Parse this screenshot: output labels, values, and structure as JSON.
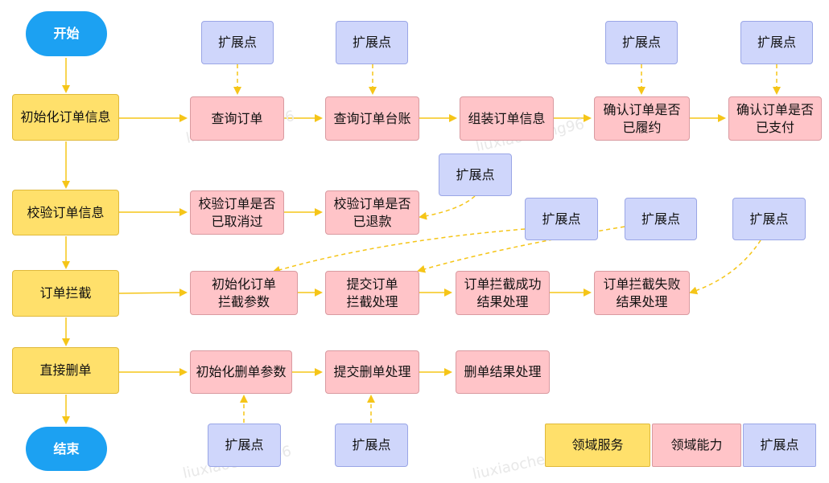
{
  "start": "开始",
  "end": "结束",
  "ext_label": "扩展点",
  "domain_services": [
    "初始化订单信息",
    "校验订单信息",
    "订单拦截",
    "直接删单"
  ],
  "row1": [
    "查询订单",
    "查询订单台账",
    "组装订单信息",
    "确认订单是否\n已履约",
    "确认订单是否\n已支付"
  ],
  "row2": [
    "校验订单是否\n已取消过",
    "校验订单是否\n已退款"
  ],
  "row3": [
    "初始化订单\n拦截参数",
    "提交订单\n拦截处理",
    "订单拦截成功\n结果处理",
    "订单拦截失败\n结果处理"
  ],
  "row4": [
    "初始化删单参数",
    "提交删单处理",
    "删单结果处理"
  ],
  "legend": {
    "domain": "领域服务",
    "ability": "领域能力",
    "ext": "扩展点"
  },
  "watermark": "liuxiaocheng96",
  "colors": {
    "domain": "#ffe06b",
    "ability": "#ffc4c8",
    "ext": "#cfd6fb",
    "pill": "#1ca1f2",
    "arrow": "#f5c518"
  }
}
